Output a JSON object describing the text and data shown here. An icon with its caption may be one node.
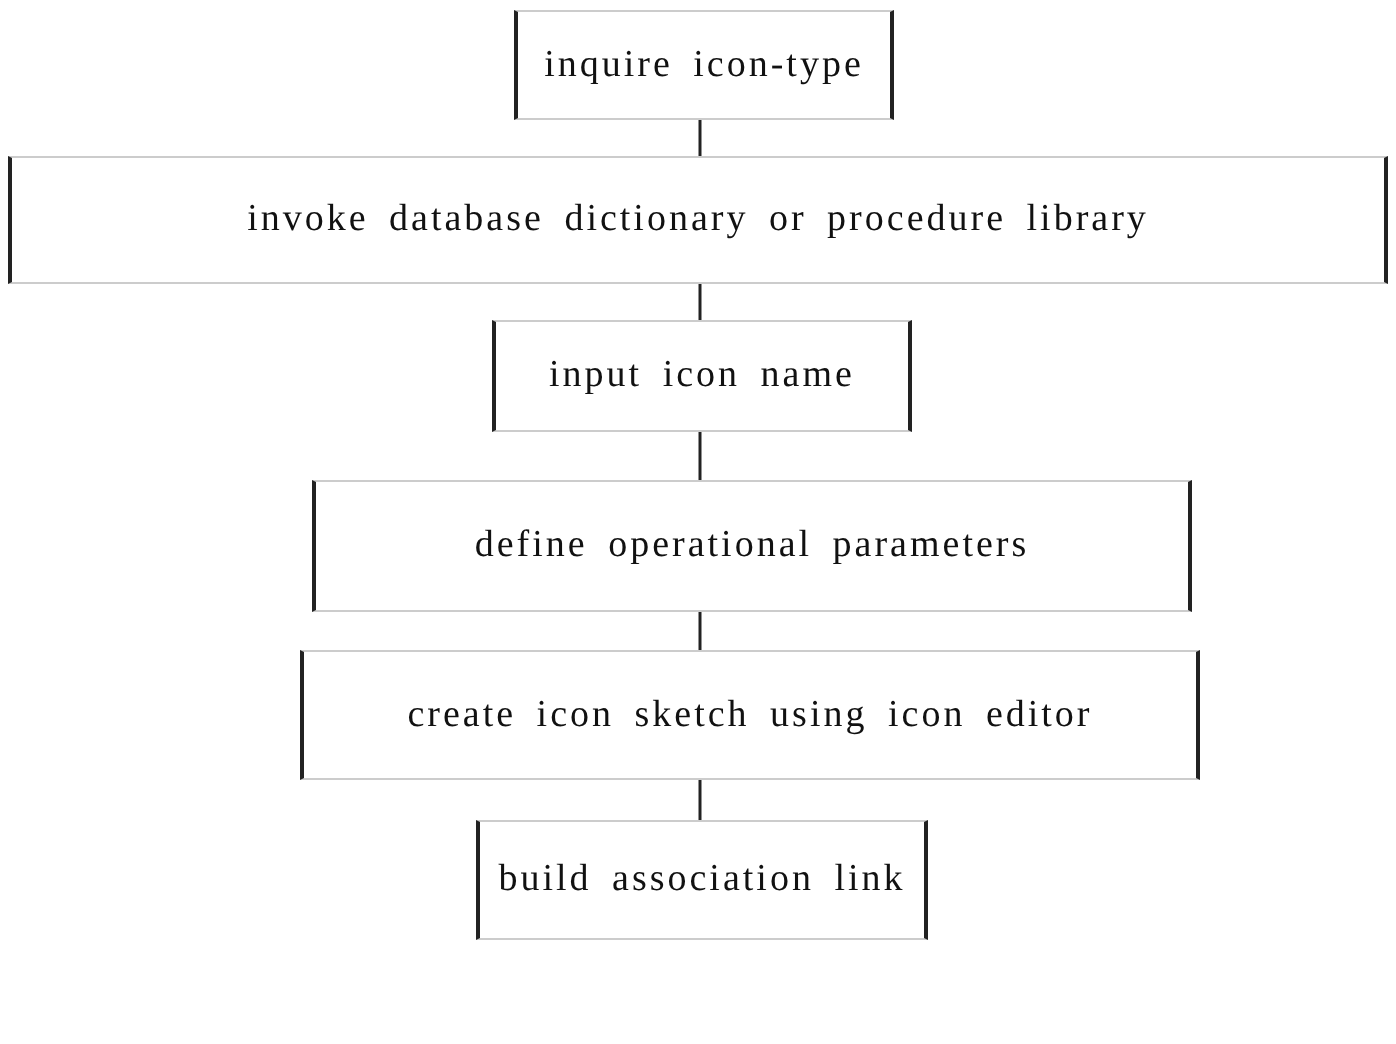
{
  "diagram": {
    "nodes": [
      {
        "text": [
          "inquire icon-type"
        ]
      },
      {
        "text": [
          "invoke database dictionary or procedure library"
        ]
      },
      {
        "text": [
          "input icon name"
        ]
      },
      {
        "text": [
          "define operational parameters"
        ]
      },
      {
        "text": [
          "create icon sketch using icon editor"
        ]
      },
      {
        "text": [
          "build association link"
        ]
      }
    ],
    "edges": [
      {
        "from": 0,
        "to": 1,
        "arrow": "none"
      },
      {
        "from": 1,
        "to": 2,
        "arrow": "none"
      },
      {
        "from": 2,
        "to": 3,
        "arrow": "none"
      },
      {
        "from": 3,
        "to": 4,
        "arrow": "none"
      },
      {
        "from": 4,
        "to": 5,
        "arrow": "none"
      }
    ]
  }
}
